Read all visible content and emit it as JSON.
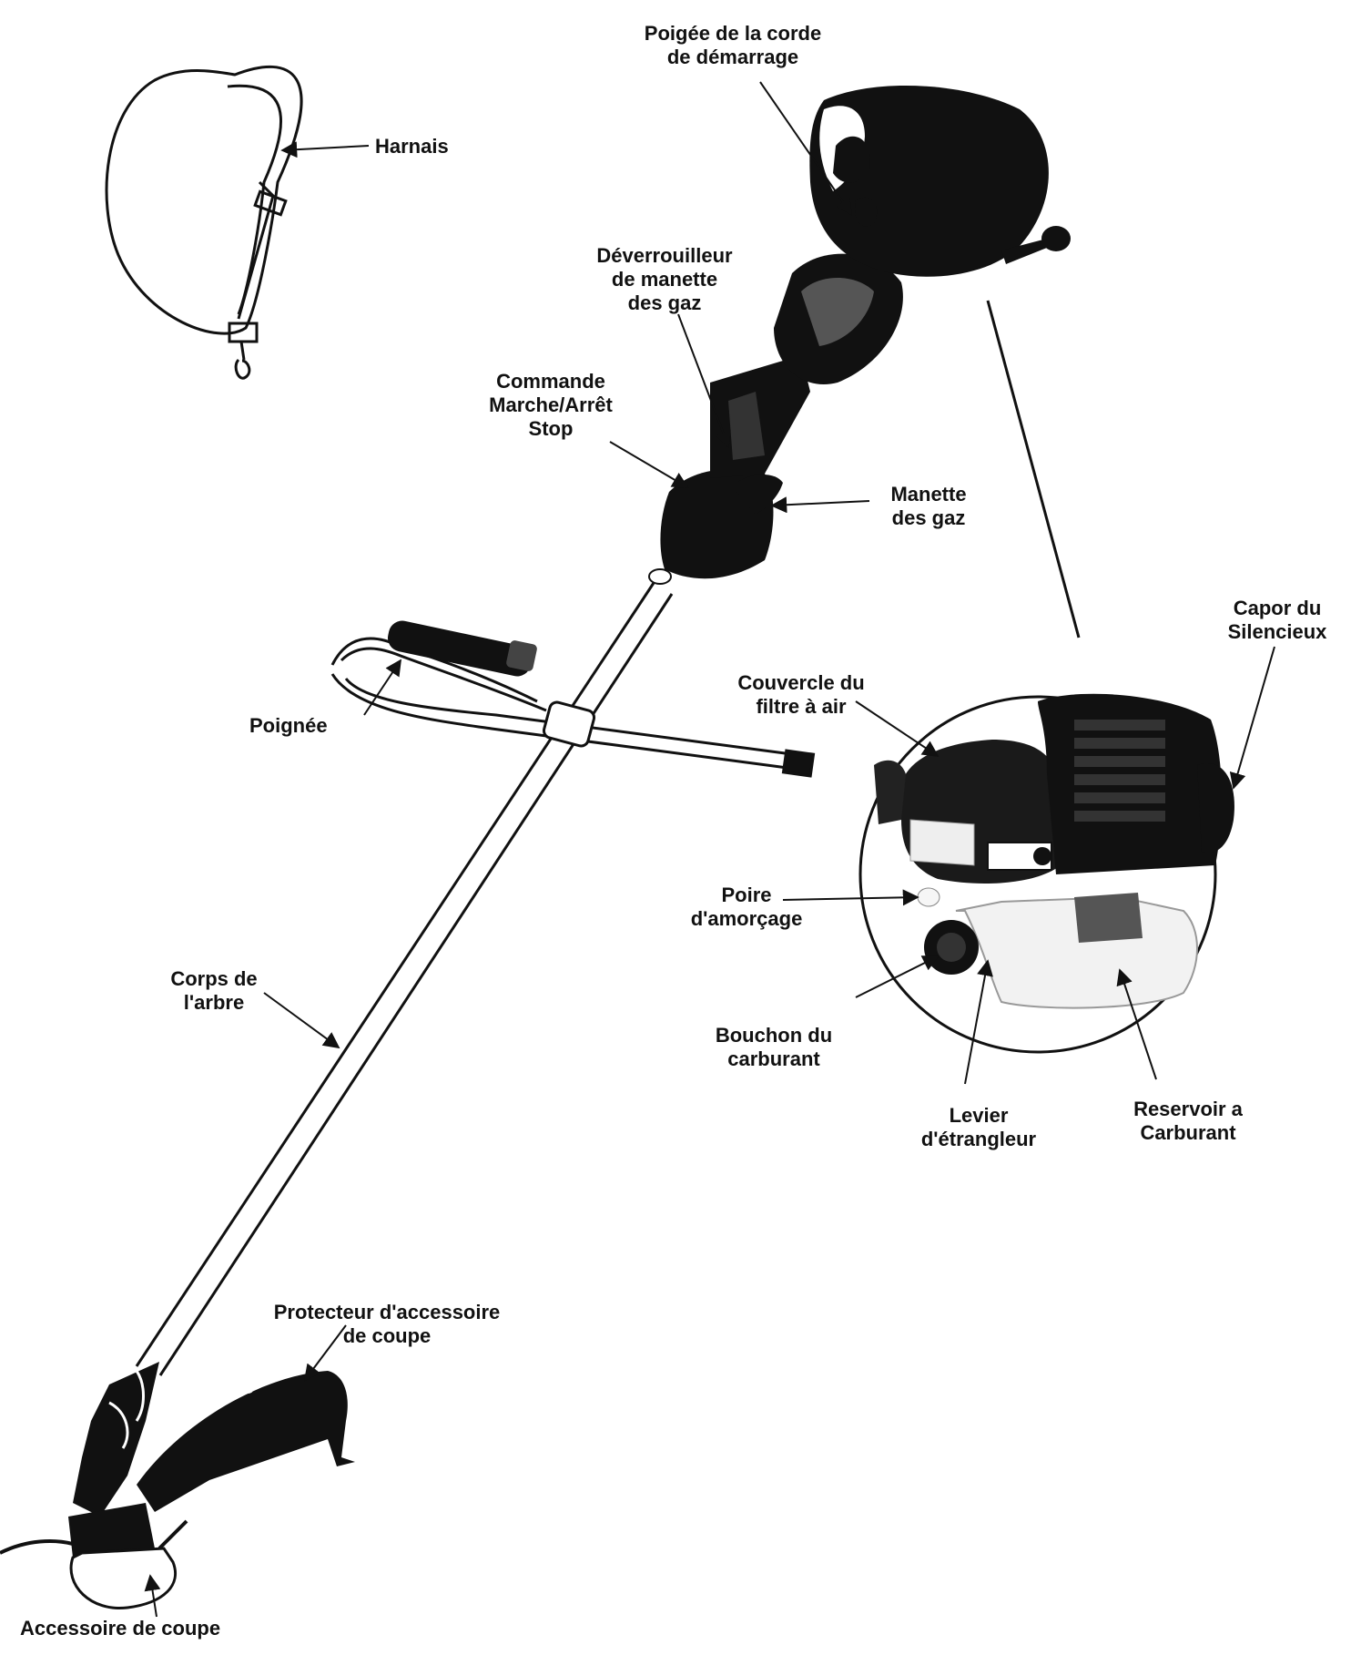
{
  "colors": {
    "ink": "#111111",
    "paper": "#ffffff",
    "body": "#1a1a1a",
    "tank": "#f2f2f2"
  },
  "labels": {
    "starter_handle": [
      "Poigée de la corde",
      "de démarrage"
    ],
    "harness": [
      "Harnais"
    ],
    "throttle_lockout": [
      "Déverrouilleur",
      "de manette",
      "des gaz"
    ],
    "on_off_control": [
      "Commande",
      "Marche/Arrêt",
      "Stop"
    ],
    "throttle": [
      "Manette",
      "des gaz"
    ],
    "muffler_cover": [
      "Capor du",
      "Silencieux"
    ],
    "air_filter_cover": [
      "Couvercle du",
      "filtre à air"
    ],
    "handle": [
      "Poignée"
    ],
    "primer_bulb": [
      "Poire",
      "d'amorçage"
    ],
    "shaft": [
      "Corps de",
      "l'arbre"
    ],
    "fuel_cap": [
      "Bouchon du",
      "carburant"
    ],
    "choke_lever": [
      "Levier",
      "d'étrangleur"
    ],
    "fuel_tank": [
      "Reservoir a",
      "Carburant"
    ],
    "cutting_guard": [
      "Protecteur d'accessoire",
      "de coupe"
    ],
    "cutting_attachment": [
      "Accessoire de coupe"
    ]
  }
}
